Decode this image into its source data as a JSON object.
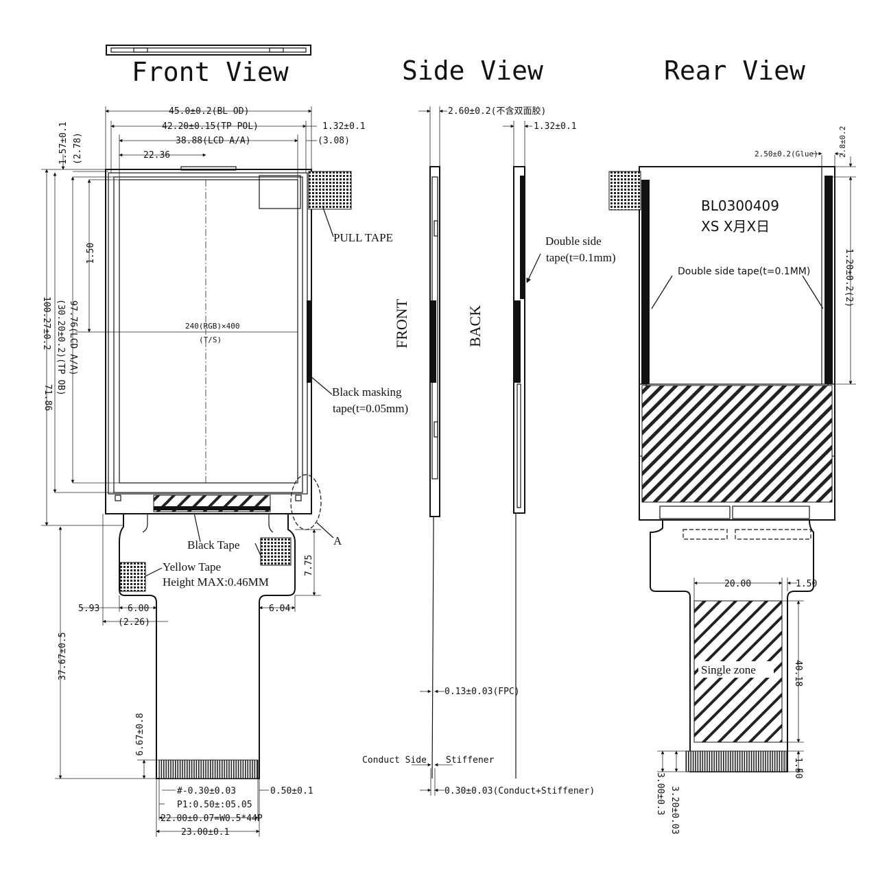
{
  "titles": {
    "front": "Front View",
    "side": "Side View",
    "rear": "Rear View"
  },
  "front": {
    "bl_od": "45.0±0.2(BL OD)",
    "tp_pol": "42.20±0.15(TP POL)",
    "lcd_aa_w": "38.88(LCD A/A)",
    "offset_3_08": "(3.08)",
    "offset_1_32": "1.32±0.1",
    "half_22_36": "22.36",
    "v_1_57": "1.57±0.1",
    "v_2_78": "(2.78)",
    "v_1_50": "1.50",
    "h_100_27": "100.27±0.2",
    "h_71_86": "71.86",
    "h_tp_ob": "(30.20±0.2)(TP OB)",
    "h_lcd_aa": "97.76(LCD A/A)",
    "resolution": "240(RGB)×400",
    "ts": "(T/S)",
    "pull_tape": "PULL TAPE",
    "black_mask_1": "Black masking",
    "black_mask_2": "tape(t=0.05mm)",
    "black_tape": "Black Tape",
    "yellow_tape": "Yellow Tape",
    "height_max": "Height MAX:0.46MM",
    "detail_a": "A",
    "v_7_75": "7.75",
    "h_5_93": "5.93",
    "h_6_00": "6.00",
    "h_2_26": "(2.26)",
    "h_6_04": "6.04",
    "v_37_67": "37.67±0.5",
    "v_6_67": "6.67±0.8",
    "pin_w": "#-0.30±0.03",
    "pin_gap": "0.50±0.1",
    "pitch": "P1:0.50±:05.05",
    "pins_total": "22.00±0.07=W0.5*44P",
    "fpc_w": "23.00±0.1"
  },
  "side": {
    "thick_total": "2.60±0.2(不含双面胶)",
    "thick_tp": "1.32±0.1",
    "double_side_1": "Double side",
    "double_side_2": "tape(t=0.1mm)",
    "front": "FRONT",
    "back": "BACK",
    "fpc_t": "0.13±0.03(FPC)",
    "conduct_side": "Conduct Side",
    "stiffener": "Stiffener",
    "conduct_stiff": "0.30±0.03(Conduct+Stiffener)"
  },
  "rear": {
    "glue": "2.50±0.2(Glue)",
    "v_2_8": "2.8±0.2",
    "v_1_20": "1.20±0.2(2)",
    "part_no": "BL0300409",
    "date_code": "XS X月X日",
    "double_tape": "Double side tape(t=0.1MM)",
    "w_20": "20.00",
    "w_1_50": "1.50",
    "single_zone": "Single zone",
    "v_40_18": "40.18",
    "v_1_50": "1.50",
    "v_3_20": "3.20±0.03",
    "v_3_00": "3.00±0.3"
  }
}
